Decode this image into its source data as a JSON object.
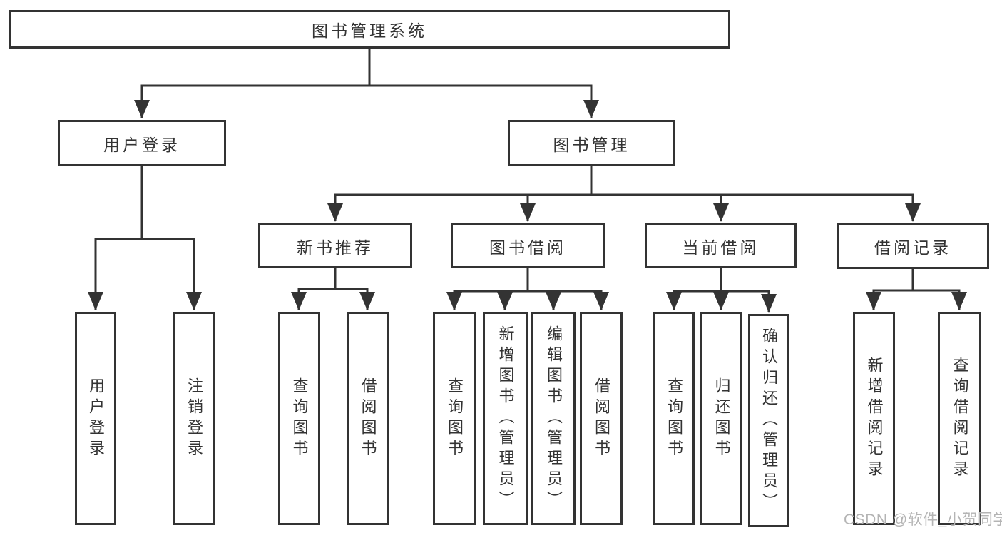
{
  "diagram": {
    "root": {
      "label": "图书管理系统"
    },
    "level2": {
      "user_login": "用户登录",
      "book_management": "图书管理"
    },
    "level3": {
      "new_book_recommend": "新书推荐",
      "book_borrowing": "图书借阅",
      "current_borrowing": "当前借阅",
      "borrowing_records": "借阅记录"
    },
    "leaves": {
      "user_login": [
        "用户登录",
        "注销登录"
      ],
      "new_book_recommend": [
        "查询图书",
        "借阅图书"
      ],
      "book_borrowing": [
        "查询图书",
        "新增图书（管理员）",
        "编辑图书（管理员）",
        "借阅图书"
      ],
      "current_borrowing": [
        "查询图书",
        "归还图书",
        "确认归还（管理员）"
      ],
      "borrowing_records": [
        "新增借阅记录",
        "查询借阅记录"
      ]
    },
    "colors": {
      "line": "#333333",
      "text": "#333333",
      "watermark": "#b4b4b4"
    }
  },
  "watermark": "CSDN @软件_小贺同学"
}
